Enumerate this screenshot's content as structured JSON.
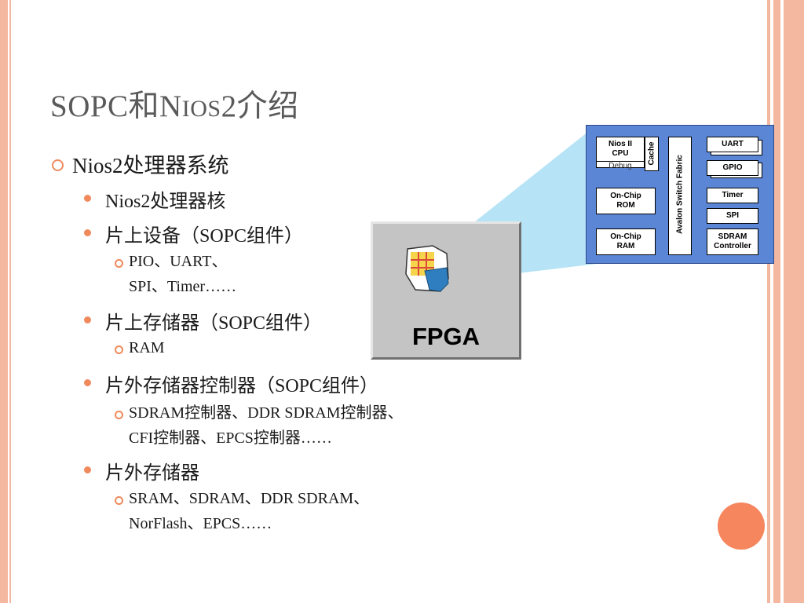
{
  "title": {
    "main_a": "SOPC和N",
    "small_caps": "IOS",
    "main_b": "2介绍"
  },
  "bullets": {
    "l1_0": "Nios2处理器系统",
    "l2_0": "Nios2处理器核",
    "l2_1": "片上设备（SOPC组件）",
    "l3_1a": "PIO、UART、",
    "l3_1b": "SPI、Timer……",
    "l2_2": "片上存储器（SOPC组件）",
    "l3_2": "RAM",
    "l2_3": "片外存储器控制器（SOPC组件）",
    "l3_3a": "SDRAM控制器、DDR SDRAM控制器、",
    "l3_3b": "CFI控制器、EPCS控制器……",
    "l2_4": "片外存储器",
    "l3_4a": "SRAM、SDRAM、DDR SDRAM、",
    "l3_4b": "NorFlash、EPCS……"
  },
  "fpga": {
    "label": "FPGA"
  },
  "diagram": {
    "cpu_line1": "Nios II",
    "cpu_line2": "CPU",
    "debug": "Debug",
    "cache": "Cache",
    "rom_line1": "On-Chip",
    "rom_line2": "ROM",
    "ram_line1": "On-Chip",
    "ram_line2": "RAM",
    "fabric": "Avalon Switch Fabric",
    "uart": "UART",
    "gpio": "GPIO",
    "timer": "Timer",
    "spi": "SPI",
    "sdram_line1": "SDRAM",
    "sdram_line2": "Controller"
  },
  "colors": {
    "accent": "#f08a5d",
    "frame": "#f4b8a0",
    "diagram_bg": "#5b86d6",
    "beam": "#aee0f5",
    "chip": "#c4c4c4"
  }
}
